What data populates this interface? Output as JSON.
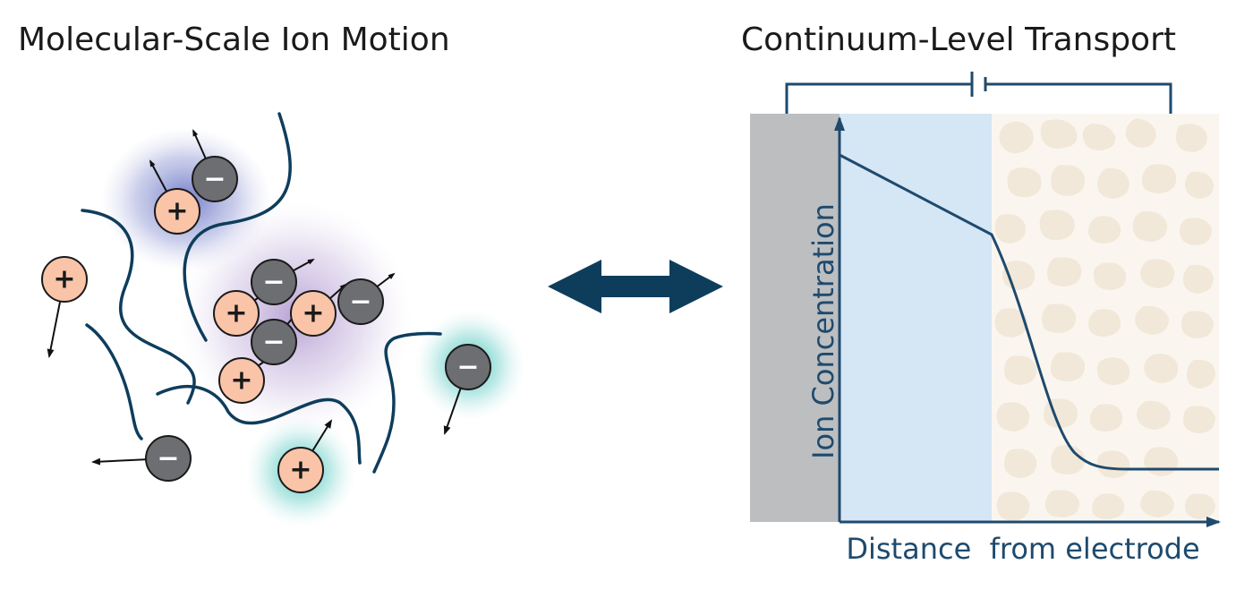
{
  "titles": {
    "left": "Molecular-Scale Ion Motion",
    "right": "Continuum-Level Transport"
  },
  "axes": {
    "x_label": "Distance  from electrode",
    "y_label": "Ion Concentration"
  },
  "ion_symbols": {
    "cation": "+",
    "anion": "−"
  },
  "colors": {
    "cation_fill": "#f9c4a8",
    "anion_fill": "#6d6e71",
    "polymer_chain": "#0e3d5c",
    "axis": "#1e4a6e",
    "electrode": "#bcbec0",
    "electrolyte": "#d5e6f5",
    "porous_region": "#f4ece0",
    "cluster_blue": "#6a78c4",
    "cluster_purple": "#a48cc9",
    "cluster_teal": "#3cbfb8"
  }
}
